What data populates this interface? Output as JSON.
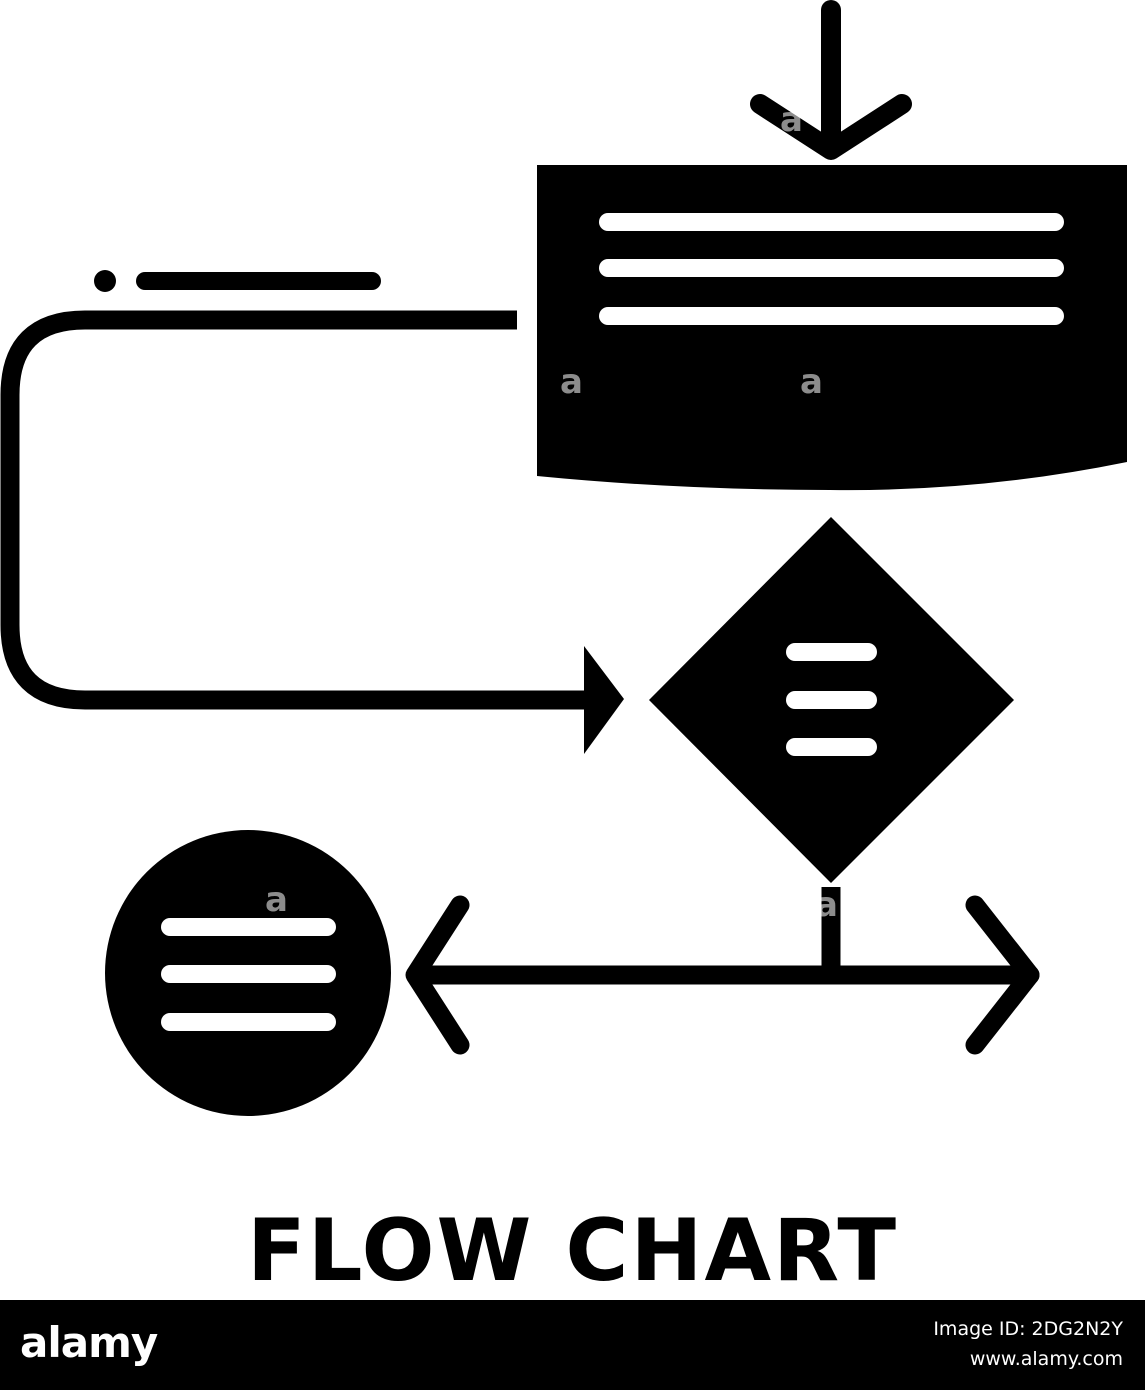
{
  "icon": {
    "name": "flow-chart-icon",
    "color": "#000000",
    "background": "#ffffff"
  },
  "caption": "FLOW CHART",
  "watermark": "a",
  "footer": {
    "brand": "alamy",
    "image_id": "Image ID: 2DG2N2Y",
    "url": "www.alamy.com",
    "background": "#000000",
    "text_color": "#ffffff"
  }
}
